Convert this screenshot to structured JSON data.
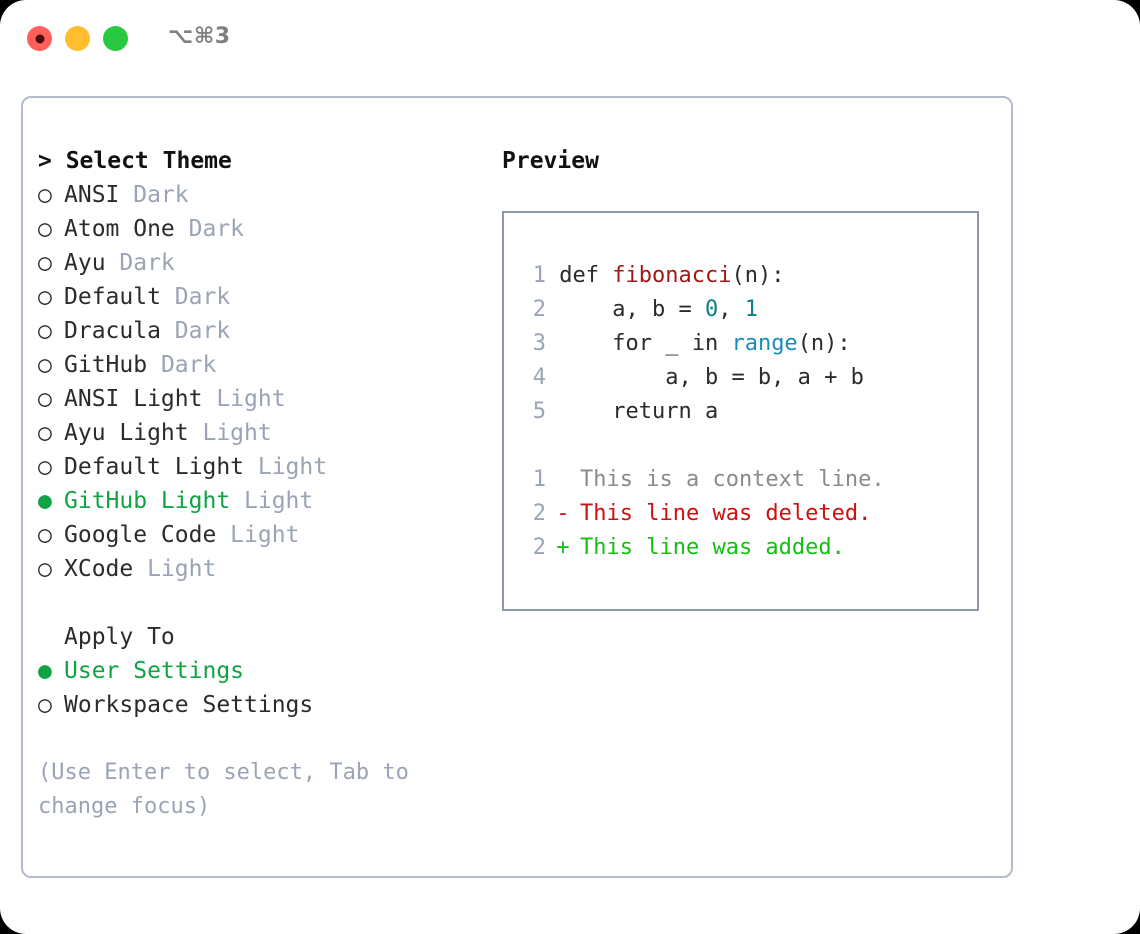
{
  "titlebar": {
    "shortcut": "⌥⌘3",
    "dots": [
      {
        "name": "close-dot",
        "color": "#ff6059"
      },
      {
        "name": "minimize-dot",
        "color": "#ffbe2e"
      },
      {
        "name": "maximize-dot",
        "color": "#28c840"
      }
    ]
  },
  "theme_list": {
    "header": "> Select Theme",
    "caret": ">",
    "header_label": "Select Theme",
    "items": [
      {
        "bullet": "○",
        "name": "ANSI",
        "kind": "Dark",
        "selected": false
      },
      {
        "bullet": "○",
        "name": "Atom One",
        "kind": "Dark",
        "selected": false
      },
      {
        "bullet": "○",
        "name": "Ayu",
        "kind": "Dark",
        "selected": false
      },
      {
        "bullet": "○",
        "name": "Default",
        "kind": "Dark",
        "selected": false
      },
      {
        "bullet": "○",
        "name": "Dracula",
        "kind": "Dark",
        "selected": false
      },
      {
        "bullet": "○",
        "name": "GitHub",
        "kind": "Dark",
        "selected": false
      },
      {
        "bullet": "○",
        "name": "ANSI Light",
        "kind": "Light",
        "selected": false
      },
      {
        "bullet": "○",
        "name": "Ayu Light",
        "kind": "Light",
        "selected": false
      },
      {
        "bullet": "○",
        "name": "Default Light",
        "kind": "Light",
        "selected": false
      },
      {
        "bullet": "●",
        "name": "GitHub Light",
        "kind": "Light",
        "selected": true
      },
      {
        "bullet": "○",
        "name": "Google Code",
        "kind": "Light",
        "selected": false
      },
      {
        "bullet": "○",
        "name": "XCode",
        "kind": "Light",
        "selected": false
      }
    ]
  },
  "apply_to": {
    "header": "Apply To",
    "items": [
      {
        "bullet": "●",
        "label": "User Settings",
        "selected": true
      },
      {
        "bullet": "○",
        "label": "Workspace Settings",
        "selected": false
      }
    ]
  },
  "hint": "(Use Enter to select, Tab to change focus)",
  "preview": {
    "title": "Preview",
    "code_lines": [
      {
        "no": "1",
        "indent": "",
        "tokens": [
          {
            "t": "def ",
            "c": "plain"
          },
          {
            "t": "fibonacci",
            "c": "fn"
          },
          {
            "t": "(n):",
            "c": "plain"
          }
        ]
      },
      {
        "no": "2",
        "indent": "    ",
        "tokens": [
          {
            "t": "a, b = ",
            "c": "plain"
          },
          {
            "t": "0",
            "c": "num"
          },
          {
            "t": ", ",
            "c": "plain"
          },
          {
            "t": "1",
            "c": "num"
          }
        ]
      },
      {
        "no": "3",
        "indent": "    ",
        "tokens": [
          {
            "t": "for _ in ",
            "c": "plain"
          },
          {
            "t": "range",
            "c": "call"
          },
          {
            "t": "(n):",
            "c": "plain"
          }
        ]
      },
      {
        "no": "4",
        "indent": "        ",
        "tokens": [
          {
            "t": "a, b = b, a + b",
            "c": "plain"
          }
        ]
      },
      {
        "no": "5",
        "indent": "    ",
        "tokens": [
          {
            "t": "return a",
            "c": "plain"
          }
        ]
      }
    ],
    "diff_lines": [
      {
        "no": "1",
        "marker": " ",
        "text": "This is a context line.",
        "kind": "ctx"
      },
      {
        "no": "2",
        "marker": "-",
        "text": "This line was deleted.",
        "kind": "del"
      },
      {
        "no": "2",
        "marker": "+",
        "text": "This line was added.",
        "kind": "add"
      }
    ]
  },
  "colors": {
    "accent_green": "#0fa443",
    "muted": "#9aa4b4",
    "diff_delete": "#cc1111",
    "diff_add": "#13c013",
    "code_function": "#a01919",
    "code_number": "#0c7d84",
    "code_call": "#1b8bbd",
    "panel_border": "#b3bccb",
    "preview_border": "#8d99ab"
  }
}
